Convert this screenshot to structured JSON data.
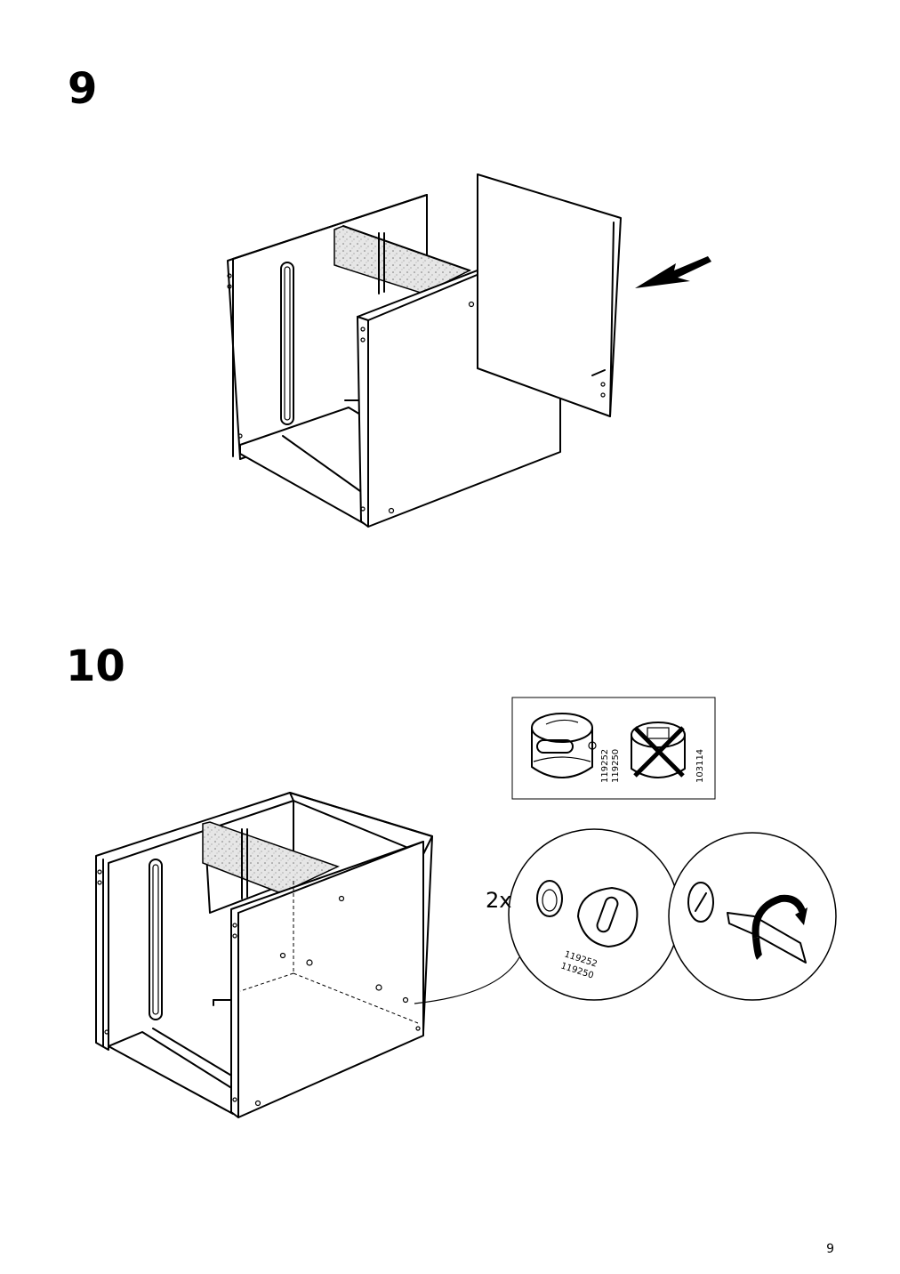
{
  "page": {
    "page_number": "9"
  },
  "step9": {
    "number": "9"
  },
  "step10": {
    "number": "10",
    "quantity_label": "2x",
    "part_codes_correct": [
      "119252",
      "119250"
    ],
    "part_code_incorrect": "103114",
    "detail_part_codes": [
      "119252",
      "119250"
    ]
  }
}
